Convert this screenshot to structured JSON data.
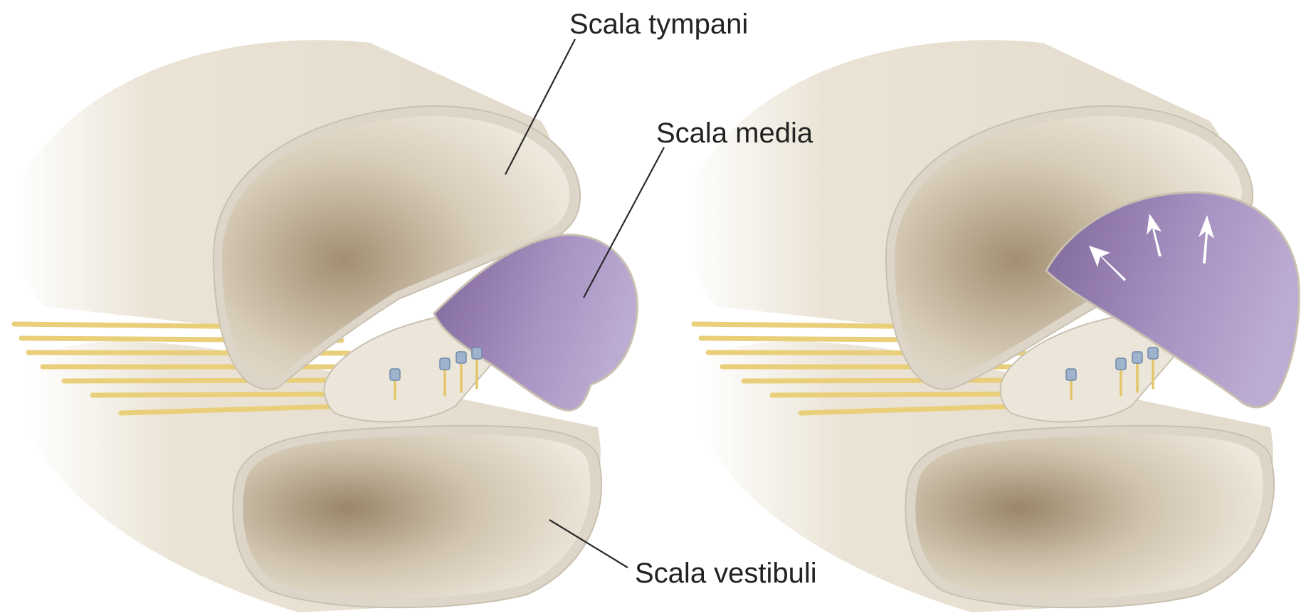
{
  "labels": {
    "scala_tympani": "Scala tympani",
    "scala_media": "Scala media",
    "scala_vestibuli": "Scala vestibuli"
  },
  "colors": {
    "tube_outer": "#e8e1d3",
    "tube_shadow": "#9c8a6e",
    "scala_media": "#9b85b5",
    "nerve_fiber": "#e9cf7a",
    "hair_cell": "#9fb4cc",
    "arrow": "#ffffff"
  },
  "panels": [
    "resting",
    "displaced"
  ],
  "arrows_count": 3
}
